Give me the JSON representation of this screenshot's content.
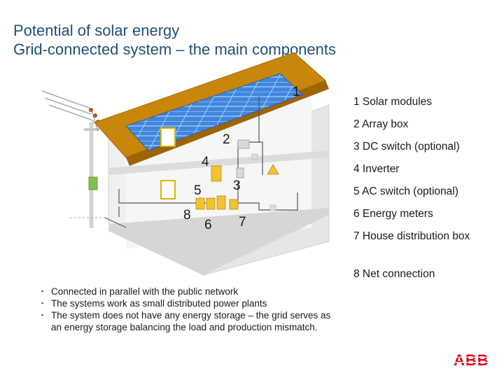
{
  "title": {
    "line1": "Potential of solar energy",
    "line2": "Grid-connected system – the main components"
  },
  "markers": [
    "1",
    "2",
    "3",
    "4",
    "5",
    "6",
    "7",
    "8"
  ],
  "legend": [
    "1 Solar modules",
    "2 Array box",
    "3 DC switch (optional)",
    "4 Inverter",
    "5 AC switch (optional)",
    "6 Energy meters",
    "7 House distribution box",
    "8 Net connection"
  ],
  "bullets": [
    "Connected in parallel with the public network",
    "The systems work as small distributed power plants",
    "The system does not have any energy storage – the grid serves as an energy storage balancing the load and production mismatch."
  ],
  "logo": {
    "text": "ABB",
    "color": "#e2001a"
  },
  "colors": {
    "title": "#1f4e79",
    "roof": "#c8860a",
    "panel": "#3a7fd5",
    "wall": "#e9e9e9",
    "device_yellow": "#f2c230"
  }
}
